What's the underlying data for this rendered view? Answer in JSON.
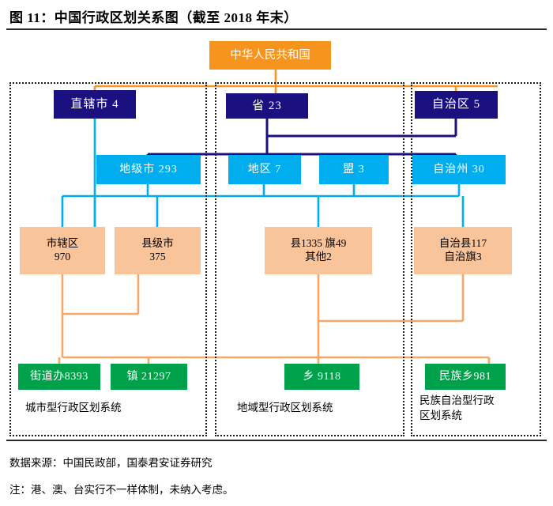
{
  "figure": {
    "title": "图 11：中国行政区划关系图（截至 2018 年末）",
    "source": "数据来源：中国民政部，国泰君安证券研究",
    "note": "注：港、澳、台实行不一样体制，未纳入考虑。"
  },
  "colors": {
    "root": "#F7941E",
    "level1": "#1B1080",
    "level2": "#00AEEF",
    "level3": "#F9C49A",
    "level4": "#00A14B",
    "wire_orange": "#F9A766",
    "wire_navy": "#1B1080",
    "wire_cyan": "#00AEEF",
    "rule": "#2B2B2B"
  },
  "groups": [
    {
      "id": "urban",
      "label": "城市型行政区划系统"
    },
    {
      "id": "region",
      "label": "地域型行政区划系统"
    },
    {
      "id": "ethnic",
      "label": "民族自治型行政\n区划系统"
    }
  ],
  "nodes": {
    "root": {
      "label": "中华人民共和国"
    },
    "municipality": {
      "label": "直辖市 4"
    },
    "province": {
      "label": "省 23"
    },
    "autonomous_region": {
      "label": "自治区 5"
    },
    "prefecture_city": {
      "label": "地级市 293"
    },
    "prefecture": {
      "label": "地区 7"
    },
    "league": {
      "label": "盟 3"
    },
    "autonomous_prefecture": {
      "label": "自治州 30"
    },
    "district": {
      "label": "市辖区\n970"
    },
    "county_city": {
      "label": "县级市\n375"
    },
    "county": {
      "label": "县1335 旗49\n其他2"
    },
    "autonomous_county": {
      "label": "自治县117\n自治旗3"
    },
    "subdistrict": {
      "label": "街道办8393"
    },
    "town": {
      "label": "镇 21297"
    },
    "township": {
      "label": "乡 9118"
    },
    "ethnic_township": {
      "label": "民族乡981"
    }
  }
}
